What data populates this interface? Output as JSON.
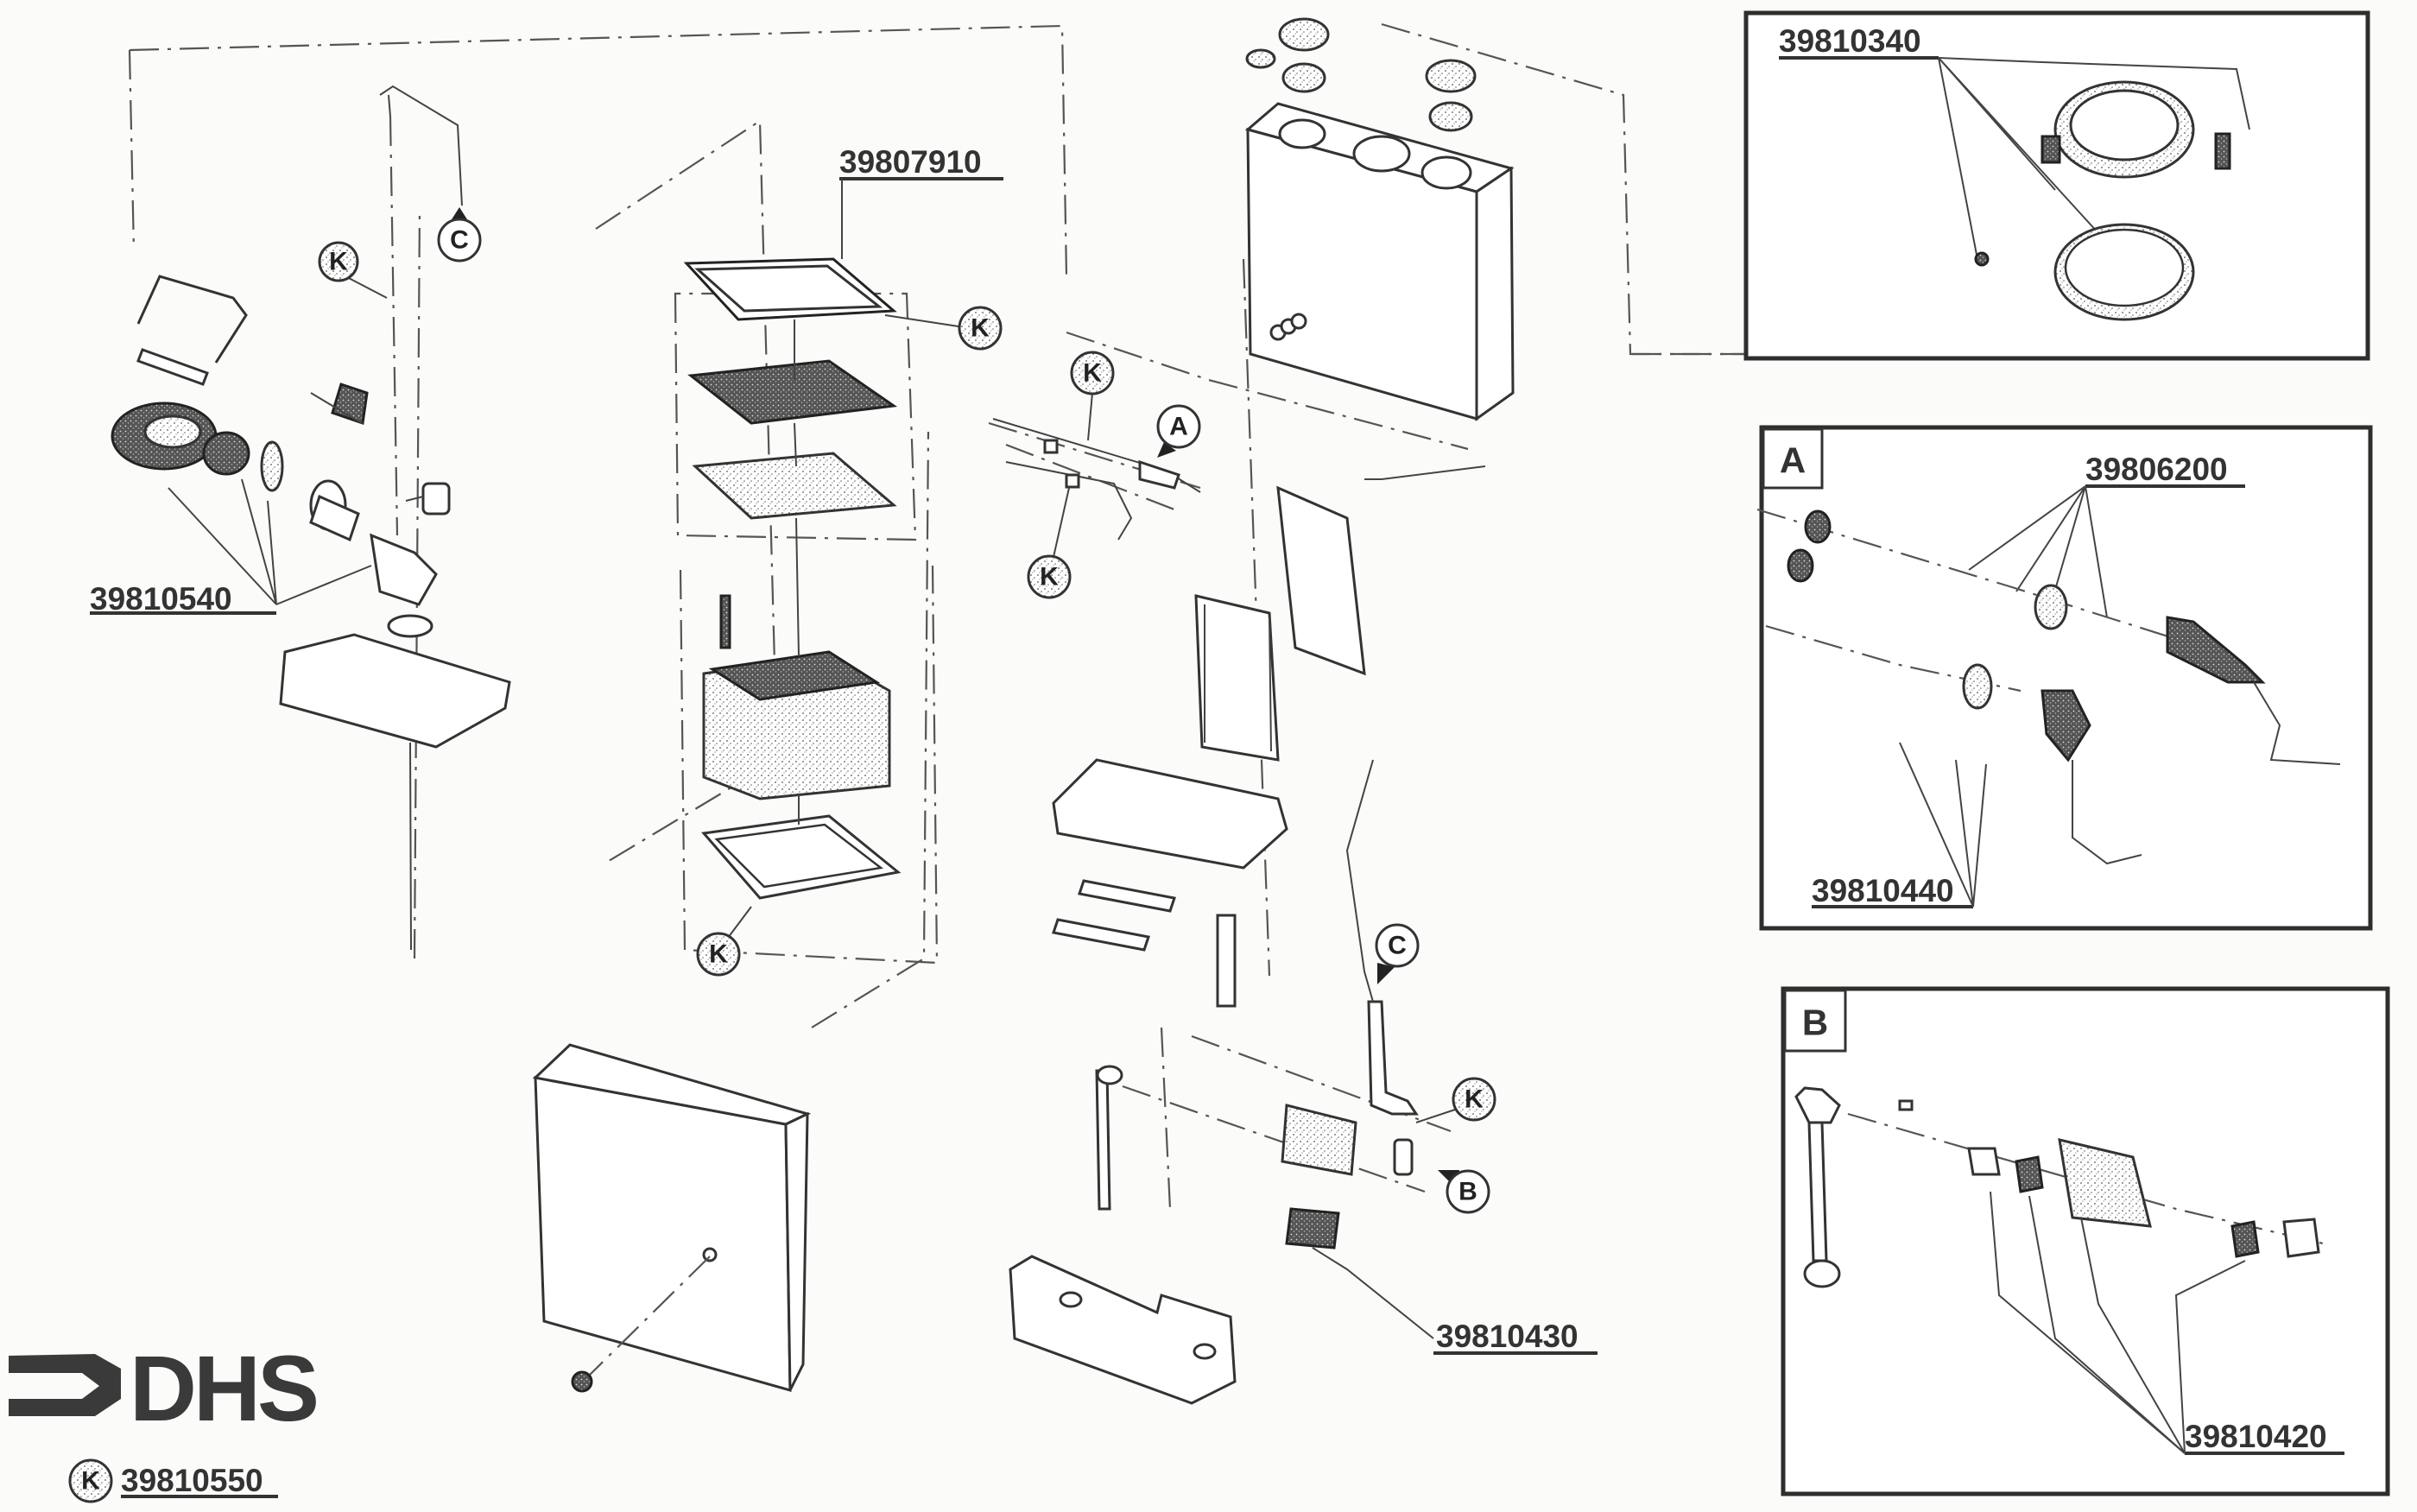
{
  "document": {
    "type": "exploded-parts-diagram",
    "brand": "DHS",
    "legend": {
      "symbol": "K",
      "part_number": "39810550"
    }
  },
  "callouts": {
    "burner_fan_assembly": "39810540",
    "heat_exchanger_kit": "39807910",
    "gas_valve_filter": "39810430",
    "flue_adapter_kit": "39810340",
    "electrode_kit_a_upper": "39806200",
    "electrode_kit_a_lower": "39810440",
    "gas_valve_kit_b": "39810420"
  },
  "reference_markers": {
    "k": "K",
    "a": "A",
    "b": "B",
    "c": "C"
  },
  "detail_panels": [
    {
      "id": "flue",
      "tag": "",
      "part_number": "39810340"
    },
    {
      "id": "A",
      "tag": "A",
      "part_numbers": [
        "39806200",
        "39810440"
      ]
    },
    {
      "id": "B",
      "tag": "B",
      "part_numbers": [
        "39810420"
      ]
    }
  ]
}
